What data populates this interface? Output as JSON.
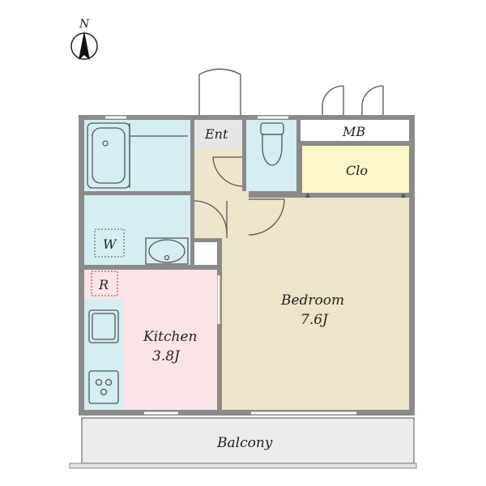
{
  "compass": {
    "label": "N",
    "icon": "north-arrow-icon"
  },
  "rooms": {
    "entrance": {
      "label": "Ent"
    },
    "meter_box": {
      "label": "MB"
    },
    "closet": {
      "label": "Clo"
    },
    "washer": {
      "label": "W"
    },
    "refrigerator": {
      "label": "R"
    },
    "kitchen": {
      "label": "Kitchen",
      "size": "3.8J"
    },
    "bedroom": {
      "label": "Bedroom",
      "size": "7.6J"
    },
    "balcony": {
      "label": "Balcony"
    }
  },
  "colors": {
    "wall": "#8a8a8a",
    "wet_area": "#d4eef3",
    "hallway": "#efe4cc",
    "closet": "#fbf6c8",
    "kitchen": "#fbe3e6",
    "bedroom": "#efe4c9",
    "balcony": "#ececec",
    "entrance": "#e6e6e6"
  }
}
